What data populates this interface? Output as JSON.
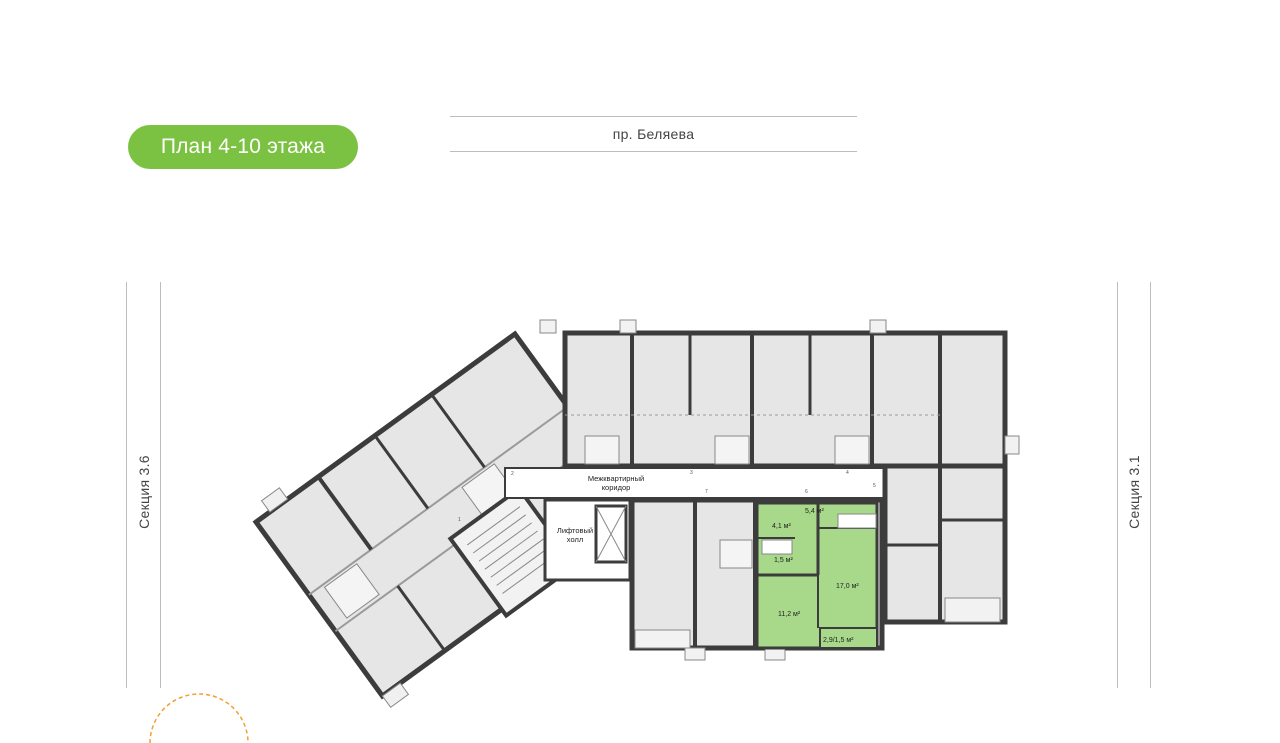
{
  "header": {
    "floor_plan_label": "План 4-10 этажа",
    "street_label": "пр. Беляева"
  },
  "sections": {
    "left": "Секция 3.6",
    "right": "Секция 3.1"
  },
  "plan": {
    "corridor_label_line1": "Межквартирный",
    "corridor_label_line2": "коридор",
    "elevator_label_line1": "Лифтовый",
    "elevator_label_line2": "холл",
    "highlight_areas": {
      "kitchen_niche": "4,1 м²",
      "hallway": "5,4 м²",
      "bathroom": "1,5 м²",
      "living_room": "17,0 м²",
      "bedroom": "11,2 м²",
      "balcony": "2,9/1,5 м²"
    },
    "door_numbers": [
      "1",
      "2",
      "3",
      "4",
      "5",
      "6",
      "7"
    ]
  },
  "colors": {
    "accent_green": "#7cc242",
    "highlight_fill": "#a8d98a",
    "room_fill": "#e6e6e6",
    "wall": "#3c3c3c",
    "compass_dash": "#f0a030"
  }
}
